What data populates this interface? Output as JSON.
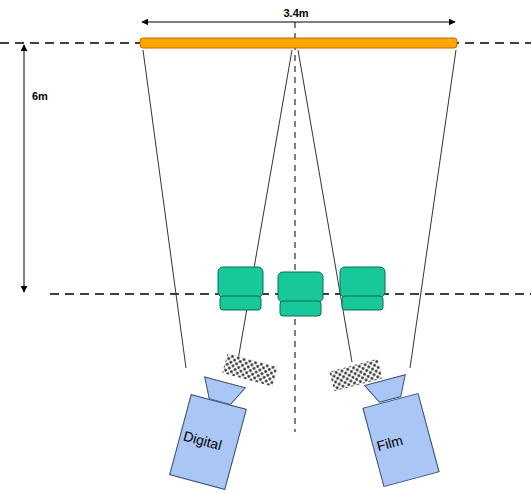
{
  "diagram": {
    "nodes": [
      {
        "text": [
          "Digital"
        ]
      },
      {
        "text": [
          "Film"
        ]
      }
    ],
    "labels": [
      "3.4m",
      "6m"
    ]
  }
}
